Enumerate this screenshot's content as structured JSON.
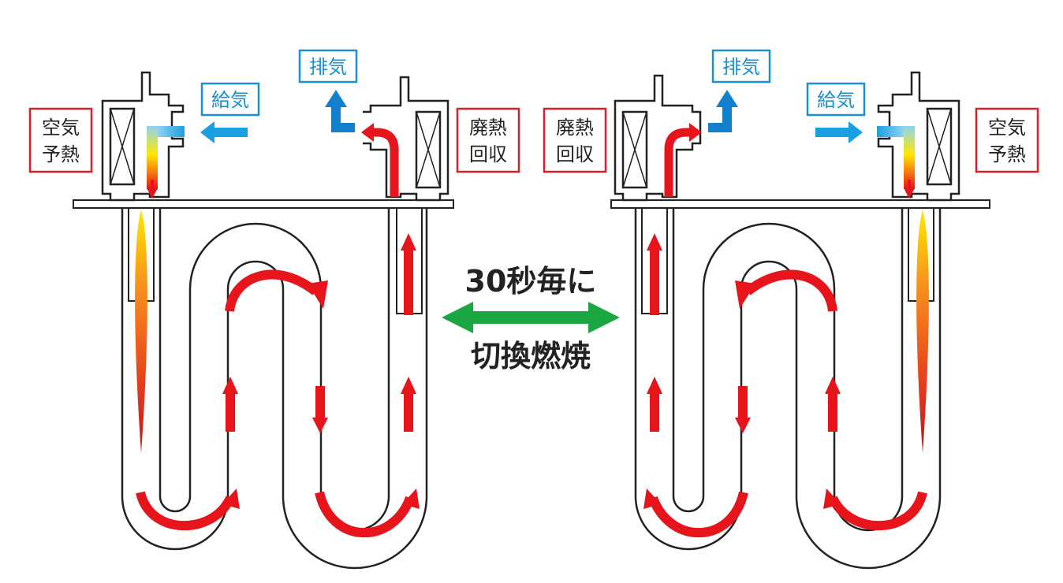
{
  "colors": {
    "flow_red": "#e8141c",
    "air_blue": "#1aa0e0",
    "exhaust_blue": "#1280cc",
    "switch_green": "#1aa640",
    "label_red_border": "#d8202a",
    "label_blue_border": "#1a8fd2",
    "outline": "#222222"
  },
  "labels": {
    "air_preheat": "空気\n予熱",
    "air_preheat_line1": "空気",
    "air_preheat_line2": "予熱",
    "supply_air": "給気",
    "exhaust": "排気",
    "waste_heat_line1": "廃熱",
    "waste_heat_line2": "回収"
  },
  "center": {
    "line1": "30秒毎に",
    "line2": "切換燃焼"
  },
  "icons": {
    "switch_arrow": "double-headed-arrow-icon",
    "flow_arrow": "red-flow-arrow-icon",
    "flame": "flame-icon",
    "heat_exchanger": "regenerator-icon"
  }
}
